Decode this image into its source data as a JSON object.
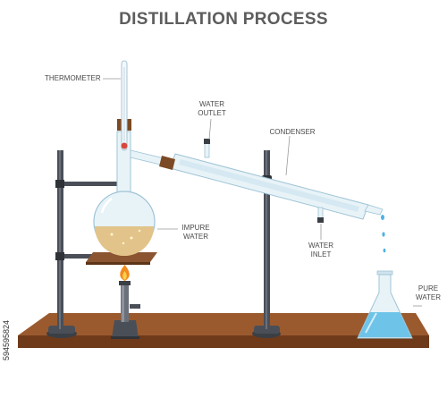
{
  "diagram": {
    "title": "DISTILLATION PROCESS",
    "labels": {
      "thermometer": "THERMOMETER",
      "water_outlet_1": "WATER",
      "water_outlet_2": "OUTLET",
      "condenser": "CONDENSER",
      "impure_water_1": "IMPURE",
      "impure_water_2": "WATER",
      "water_inlet_1": "WATER",
      "water_inlet_2": "INLET",
      "pure_water_1": "PURE",
      "pure_water_2": "WATER"
    },
    "stock_id": "594595824"
  },
  "colors": {
    "title": "#5d5d5d",
    "table_top": "#9a5a2e",
    "table_front": "#6e3a1a",
    "stand": "#4a4f57",
    "glass": "#e8f3f8",
    "impure_liquid": "#e2c48a",
    "pure_liquid": "#6ec3e8",
    "flame": "#f28a1e",
    "cork": "#7b4a24"
  }
}
